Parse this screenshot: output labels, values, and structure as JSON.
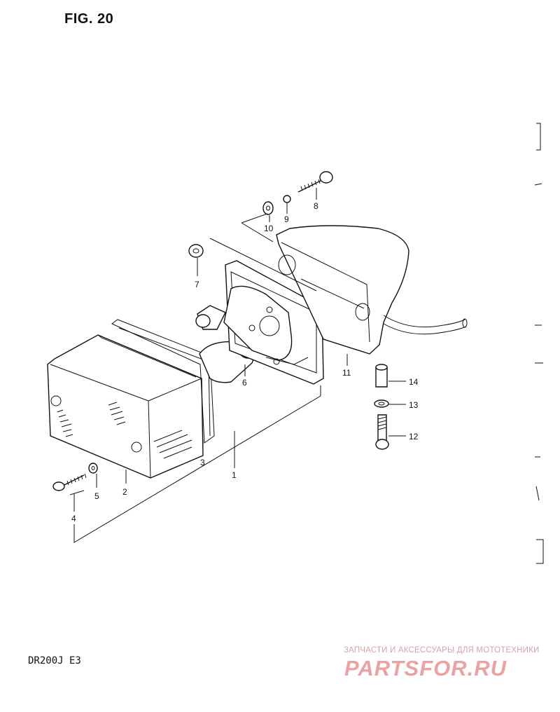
{
  "figure": {
    "title": "FIG. 20"
  },
  "model": {
    "code": "DR200J  E3"
  },
  "watermark": {
    "tagline": "ЗАПЧАСТИ И АКСЕССУАРЫ ДЛЯ МОТОТЕХНИКИ",
    "logo": "PARTSFOR.RU"
  },
  "callouts": [
    {
      "id": "1",
      "label": "1"
    },
    {
      "id": "2",
      "label": "2"
    },
    {
      "id": "3",
      "label": "3"
    },
    {
      "id": "4",
      "label": "4"
    },
    {
      "id": "5",
      "label": "5"
    },
    {
      "id": "6",
      "label": "6"
    },
    {
      "id": "7",
      "label": "7"
    },
    {
      "id": "8",
      "label": "8"
    },
    {
      "id": "9",
      "label": "9"
    },
    {
      "id": "10",
      "label": "10"
    },
    {
      "id": "11",
      "label": "11"
    },
    {
      "id": "12",
      "label": "12"
    },
    {
      "id": "13",
      "label": "13"
    },
    {
      "id": "14",
      "label": "14"
    }
  ],
  "colors": {
    "ink": "#111111",
    "watermark": "#eaa3a3",
    "background": "#ffffff"
  }
}
